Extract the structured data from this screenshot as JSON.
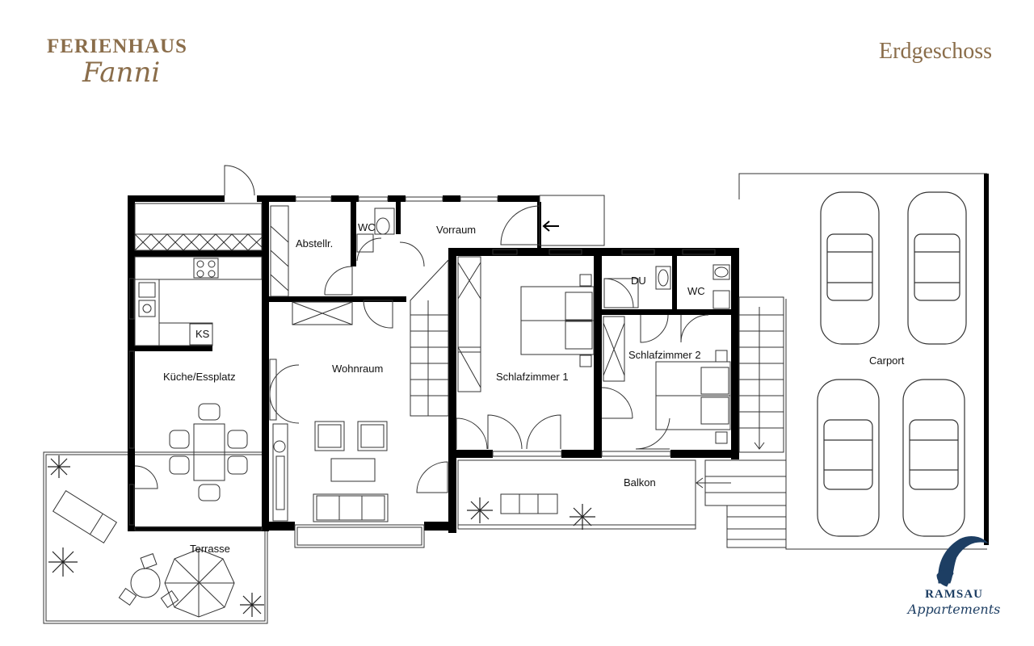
{
  "brand": {
    "title": "FERIENHAUS",
    "script": "Fanni"
  },
  "floor": {
    "title": "Erdgeschoss"
  },
  "rooms": {
    "abstellr": "Abstellr.",
    "wc1": "WC",
    "vorraum": "Vorraum",
    "du": "DU",
    "wc2": "WC",
    "kueche": "Küche/Essplatz",
    "ks": "KS",
    "wohnraum": "Wohnraum",
    "schlaf1": "Schlafzimmer 1",
    "schlaf2": "Schlafzimmer 2",
    "carport": "Carport",
    "balkon": "Balkon",
    "terrasse": "Terrasse"
  },
  "logo": {
    "title": "RAMSAU",
    "script": "Appartements"
  },
  "colors": {
    "brand": "#8a6d4a",
    "logo": "#1d3e63",
    "wall": "#000000"
  }
}
